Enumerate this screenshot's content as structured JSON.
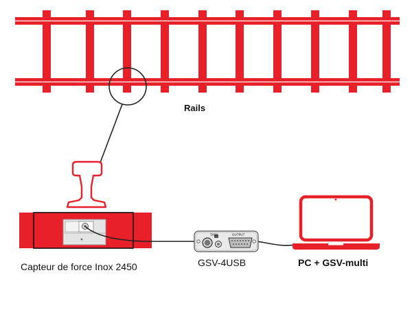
{
  "labels": {
    "rails": "Rails",
    "sensor": "Capteur de force Inox 2450",
    "amplifier": "GSV-4USB",
    "computer": "PC + GSV-multi"
  },
  "device": {
    "taste_label": "TARA",
    "output_label": "OUTPUT"
  },
  "colors": {
    "rail_red": "#e8202a",
    "line": "#222222",
    "background": "#ffffff"
  }
}
